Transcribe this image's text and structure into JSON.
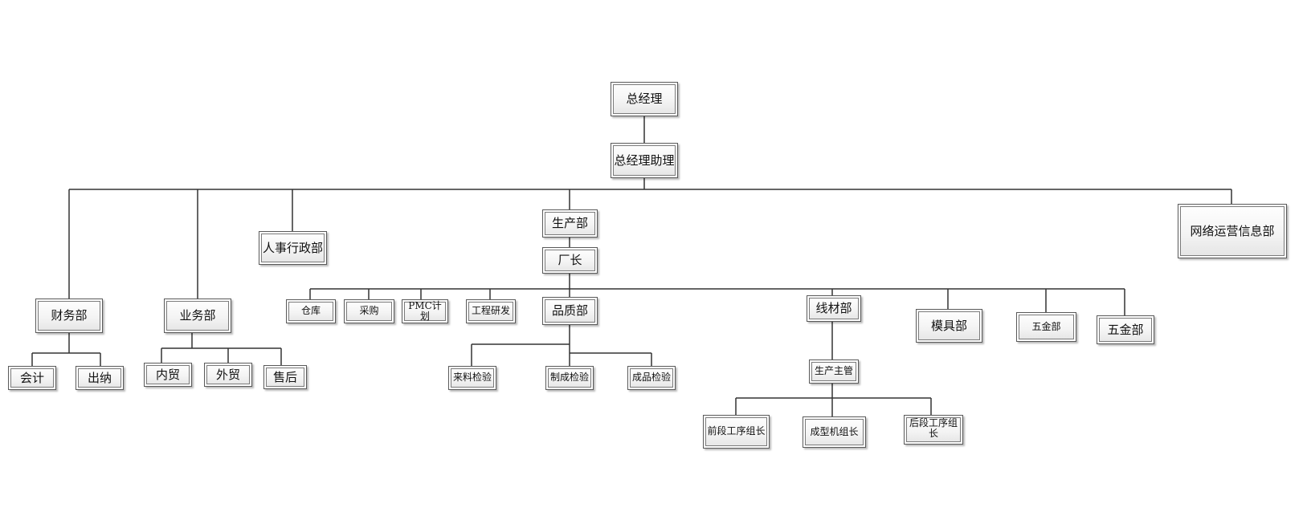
{
  "org_chart": {
    "general_manager": "总经理",
    "gm_assistant": "总经理助理",
    "finance_dept": "财务部",
    "accounting": "会计",
    "cashier": "出纳",
    "business_dept": "业务部",
    "domestic_trade": "内贸",
    "foreign_trade": "外贸",
    "after_sales": "售后",
    "hr_admin_dept": "人事行政部",
    "production_dept": "生产部",
    "factory_director": "厂长",
    "warehouse": "仓库",
    "purchasing": "采购",
    "pmc_plan": "PMC计划",
    "engineering_rd": "工程研发",
    "quality_dept": "品质部",
    "incoming_inspection": "来料检验",
    "process_inspection": "制成检验",
    "finished_inspection": "成品检验",
    "wire_dept": "线材部",
    "production_supervisor": "生产主管",
    "front_process_leader": "前段工序组长",
    "molding_machine_leader": "成型机组长",
    "back_process_leader": "后段工序组长",
    "mold_dept": "模具部",
    "hardware_dept_small": "五金部",
    "hardware_dept": "五金部",
    "network_ops_dept": "网络运营信息部"
  }
}
